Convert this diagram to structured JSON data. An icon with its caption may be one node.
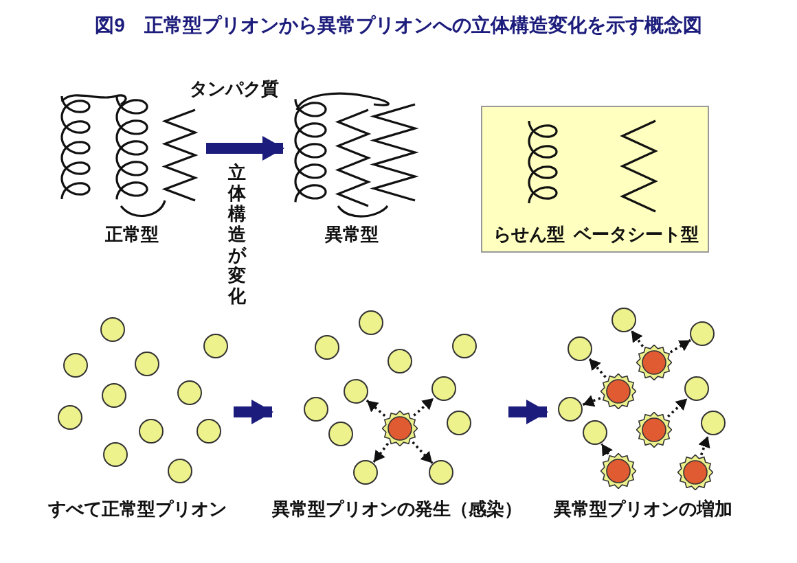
{
  "diagram": {
    "title": "図9　正常型プリオンから異常プリオンへの立体構造変化を示す概念図",
    "nodes": [
      {
        "text": [
          "正常型"
        ]
      },
      {
        "text": [
          "異常型"
        ]
      },
      {
        "text": [
          "すべて正常型プリオン"
        ]
      },
      {
        "text": [
          "異常型プリオンの発生（感染）"
        ]
      },
      {
        "text": [
          "異常型プリオンの増加"
        ]
      },
      {
        "text": [],
        "shape": "circle",
        "in": 2
      },
      {
        "text": [],
        "shape": "circle",
        "in": 2
      },
      {
        "text": [],
        "shape": "circle",
        "in": 2
      },
      {
        "text": [],
        "shape": "circle",
        "in": 2
      },
      {
        "text": [],
        "shape": "circle",
        "in": 2
      },
      {
        "text": [],
        "shape": "circle",
        "in": 2
      },
      {
        "text": [],
        "shape": "circle",
        "in": 2
      },
      {
        "text": [],
        "shape": "circle",
        "in": 2
      },
      {
        "text": [],
        "shape": "circle",
        "in": 2
      },
      {
        "text": [],
        "shape": "circle",
        "in": 2
      },
      {
        "text": [],
        "shape": "circle",
        "in": 2
      },
      {
        "text": [],
        "shape": "circle",
        "in": 3
      },
      {
        "text": [],
        "shape": "circle",
        "in": 3
      },
      {
        "text": [],
        "shape": "circle",
        "in": 3
      },
      {
        "text": [],
        "shape": "circle",
        "in": 3
      },
      {
        "text": [],
        "shape": "circle",
        "in": 3
      },
      {
        "text": [],
        "shape": "circle",
        "in": 3
      },
      {
        "text": [],
        "shape": "star",
        "in": 3
      },
      {
        "text": [],
        "shape": "circle",
        "in": 3
      },
      {
        "text": [],
        "shape": "circle",
        "in": 3
      },
      {
        "text": [],
        "shape": "circle",
        "in": 3
      },
      {
        "text": [],
        "shape": "circle",
        "in": 3
      },
      {
        "text": [],
        "shape": "circle",
        "in": 3
      },
      {
        "text": [],
        "shape": "circle",
        "in": 4
      },
      {
        "text": [],
        "shape": "circle",
        "in": 4
      },
      {
        "text": [],
        "shape": "circle",
        "in": 4
      },
      {
        "text": [],
        "shape": "star",
        "in": 4
      },
      {
        "text": [],
        "shape": "star",
        "in": 4
      },
      {
        "text": [],
        "shape": "circle",
        "in": 4
      },
      {
        "text": [],
        "shape": "star",
        "in": 4
      },
      {
        "text": [],
        "shape": "star",
        "in": 4
      },
      {
        "text": [],
        "shape": "star",
        "in": 4
      },
      {
        "text": [],
        "shape": "circle",
        "in": 4
      },
      {
        "text": [],
        "shape": "circle",
        "in": 4
      },
      {
        "text": [],
        "shape": "circle",
        "in": 4
      }
    ],
    "edges": [
      {
        "from": 0,
        "to": 1,
        "arrow": "to",
        "label": "立体構造が変化",
        "style": "thick",
        "color": "#1c1c7c"
      },
      {
        "from": 2,
        "to": 3,
        "arrow": "to",
        "style": "thick",
        "color": "#1c1c7c"
      },
      {
        "from": 3,
        "to": 4,
        "arrow": "to",
        "style": "thick",
        "color": "#1c1c7c"
      },
      {
        "from": 22,
        "to": 19,
        "arrow": "to",
        "style": "dashed"
      },
      {
        "from": 22,
        "to": 25,
        "arrow": "to",
        "style": "dashed"
      },
      {
        "from": 22,
        "to": 20,
        "arrow": "to",
        "style": "dashed"
      },
      {
        "from": 22,
        "to": 24,
        "arrow": "to",
        "style": "dashed"
      },
      {
        "from": 31,
        "to": 29,
        "arrow": "to",
        "style": "dashed"
      },
      {
        "from": 31,
        "to": 28,
        "arrow": "to",
        "style": "dashed"
      },
      {
        "from": 34,
        "to": 33,
        "arrow": "to",
        "style": "dashed"
      },
      {
        "from": 34,
        "to": 38,
        "arrow": "to",
        "style": "dashed"
      },
      {
        "from": 35,
        "to": 37,
        "arrow": "to",
        "style": "dashed"
      },
      {
        "from": 32,
        "to": 30,
        "arrow": "to",
        "style": "dashed"
      },
      {
        "from": 36,
        "to": 39,
        "arrow": "to",
        "style": "dashed"
      }
    ],
    "labels": [
      "タンパク質"
    ],
    "legend": [
      {
        "text": "らせん型"
      },
      {
        "text": "ベータシート型"
      }
    ]
  }
}
